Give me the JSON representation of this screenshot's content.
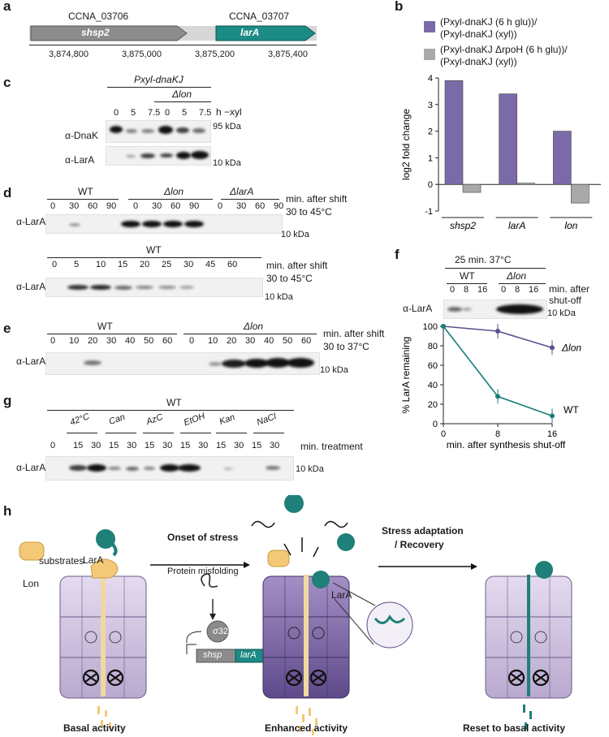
{
  "panels": {
    "a": "a",
    "b": "b",
    "c": "c",
    "d": "d",
    "e": "e",
    "f": "f",
    "g": "g",
    "h": "h"
  },
  "panel_a": {
    "gene1_id": "CCNA_03706",
    "gene2_id": "CCNA_03707",
    "gene1_name": "shsp2",
    "gene2_name": "larA",
    "coords": [
      "3,874,800",
      "3,875,000",
      "3,875,200",
      "3,875,400"
    ]
  },
  "panel_b": {
    "legend1_line1": "(Pxyl-dnaKJ (6 h glu))/",
    "legend1_line2": "(Pxyl-dnaKJ (xyl))",
    "legend2_line1": "(Pxyl-dnaKJ ΔrpoH (6 h glu))/",
    "legend2_line2": "(Pxyl-dnaKJ (xyl))",
    "colors": {
      "series1": "#7b6aa8",
      "series2": "#a9a9a9"
    }
  },
  "chart_data": [
    {
      "type": "bar",
      "categories": [
        "shsp2",
        "larA",
        "lon"
      ],
      "series": [
        {
          "name": "(Pxyl-dnaKJ (6 h glu))/(Pxyl-dnaKJ (xyl))",
          "values": [
            3.9,
            3.4,
            2.0
          ]
        },
        {
          "name": "(Pxyl-dnaKJ ΔrpoH (6 h glu))/(Pxyl-dnaKJ (xyl))",
          "values": [
            -0.3,
            0.05,
            -0.7
          ]
        }
      ],
      "ylabel": "log2 fold change",
      "ylim": [
        -1,
        4
      ],
      "yticks": [
        "-1",
        "0",
        "1",
        "2",
        "3",
        "4"
      ]
    },
    {
      "type": "line",
      "x": [
        0,
        8,
        16
      ],
      "series": [
        {
          "name": "Δlon",
          "values": [
            100,
            95,
            78
          ]
        },
        {
          "name": "WT",
          "values": [
            100,
            28,
            8
          ]
        }
      ],
      "ylabel": "% LarA remaining",
      "xlabel": "min. after synthesis shut-off",
      "ylim": [
        0,
        100
      ],
      "yticks": [
        "0",
        "20",
        "40",
        "60",
        "80",
        "100"
      ],
      "xticks": [
        "0",
        "8",
        "16"
      ]
    }
  ],
  "panel_c": {
    "header": "Pxyl-dnaKJ",
    "dlon": "Δlon",
    "lanes": [
      "0",
      "5",
      "7.5",
      "0",
      "5",
      "7.5"
    ],
    "unit": "h −xyl",
    "row1": "α-DnaK",
    "row2": "α-LarA",
    "kda1": "95 kDa",
    "kda2": "10 kDa"
  },
  "panel_d": {
    "groups": [
      "WT",
      "Δlon",
      "ΔlarA"
    ],
    "lanes": [
      "0",
      "30",
      "60",
      "90",
      "0",
      "30",
      "60",
      "90",
      "0",
      "30",
      "60",
      "90"
    ],
    "cond1": "min. after shift",
    "cond2": "30 to 45°C",
    "row": "α-LarA",
    "kda": "10 kDa",
    "group2": "WT",
    "lanes2": [
      "0",
      "5",
      "10",
      "15",
      "20",
      "25",
      "30",
      "45",
      "60"
    ],
    "cond2_1": "min. after shift",
    "cond2_2": "30 to 45°C",
    "kda2": "10 kDa"
  },
  "panel_e": {
    "groups": [
      "WT",
      "Δlon"
    ],
    "lanes": [
      "0",
      "10",
      "20",
      "30",
      "40",
      "50",
      "60",
      "0",
      "10",
      "20",
      "30",
      "40",
      "50",
      "60"
    ],
    "cond1": "min. after shift",
    "cond2": "30 to 37°C",
    "row": "α-LarA",
    "kda": "10 kDa"
  },
  "panel_f": {
    "header": "25 min. 37°C",
    "groups": [
      "WT",
      "Δlon"
    ],
    "lanes": [
      "0",
      "8",
      "16",
      "0",
      "8",
      "16"
    ],
    "cond1": "min. after",
    "cond2": "shut-off",
    "row": "α-LarA",
    "kda": "10 kDa",
    "lbl_dlon": "Δlon",
    "lbl_wt": "WT",
    "colors": {
      "dlon": "#5a4f8f",
      "wt": "#1a7f7a"
    }
  },
  "panel_g": {
    "group": "WT",
    "treatments": [
      "42°C",
      "Can",
      "AzC",
      "EtOH",
      "Kan",
      "NaCl"
    ],
    "lanes": [
      "0",
      "15",
      "30",
      "15",
      "30",
      "15",
      "30",
      "15",
      "30",
      "15",
      "30",
      "15",
      "30"
    ],
    "cond": "min. treatment",
    "row": "α-LarA",
    "kda": "10 kDa"
  },
  "panel_h": {
    "substrates": "substrates",
    "lara": "LarA",
    "lon": "Lon",
    "onset": "Onset of stress",
    "misfolding": "Protein misfolding",
    "sigma": "σ32",
    "shsp": "shsp",
    "lara_gene": "larA",
    "lara2": "LarA",
    "recovery1": "Stress adaptation",
    "recovery2": "/ Recovery",
    "cap1": "Basal activity",
    "cap2": "Enhanced activity",
    "cap3": "Reset to basal activity",
    "colors": {
      "lon": "#b9a9cf",
      "lon_dark": "#6d5a95",
      "lara": "#1f7f79",
      "substrate": "#f3c977"
    }
  }
}
